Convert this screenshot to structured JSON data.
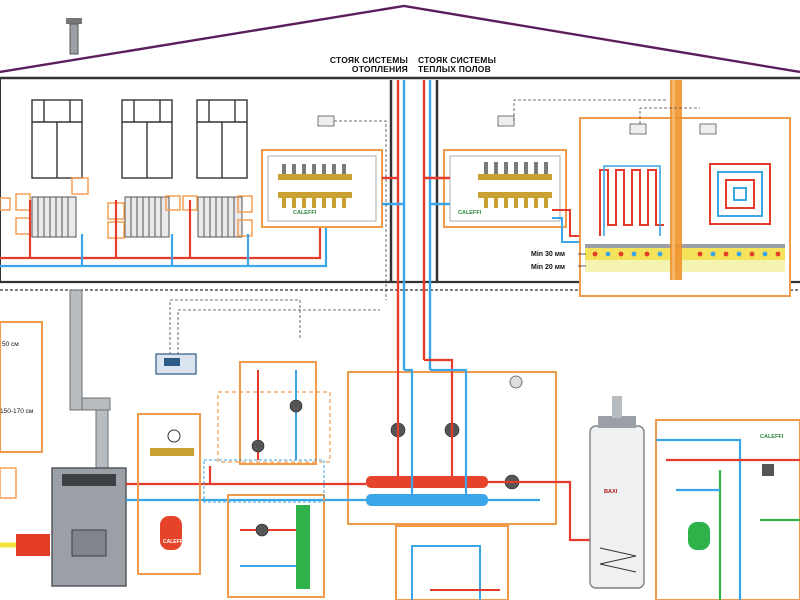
{
  "labels": {
    "heating_riser_line1": "СТОЯК СИСТЕМЫ",
    "heating_riser_line2": "ОТОПЛЕНИЯ",
    "floor_riser_line1": "СТОЯК СИСТЕМЫ",
    "floor_riser_line2": "ТЕПЛЫХ ПОЛОВ",
    "min_30": "Min 30 мм",
    "min_20": "Min 20 мм",
    "dim_50": "50 см",
    "dim_150": "150-170 см"
  },
  "brands": {
    "manifold_brand": "CALEFFI",
    "boiler_brand": "BAXI",
    "tank_brand": "CALEFFI"
  },
  "colors": {
    "supply": "#e53b2c",
    "return": "#3aa6e8",
    "chimney": "#f0922e",
    "frame": "#f39a4a",
    "roof": "#5c1d5c",
    "wall": "#333333",
    "screed": "#f3e25a",
    "insulation": "#f4f4b0",
    "green_pipe": "#2fb24a",
    "boiler_body": "#9aa0a6",
    "burner": "#e23d24",
    "gas": "#f4e43a",
    "tank": "#e5432a"
  }
}
